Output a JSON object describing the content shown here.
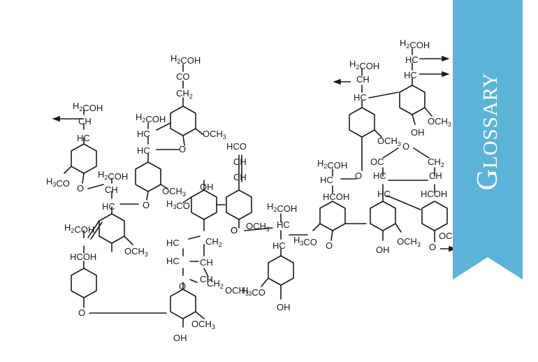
{
  "banner": {
    "label": "Glossary",
    "color": "#5bb4d8"
  },
  "diagram": {
    "labels": [
      "H2COH",
      "CH",
      "HC",
      "H3CO",
      "O",
      "H2COH",
      "CH",
      "HC",
      "H2COH",
      "HCOH",
      "O",
      "OCH3",
      "H2COH",
      "CO",
      "CH2",
      "H2COH",
      "HC",
      "HC",
      "OCH3",
      "O",
      "OCH3",
      "O",
      "H3CO",
      "OH",
      "O",
      "CH2",
      "HC",
      "CH",
      "HC",
      "CH",
      "O",
      "CH2",
      "OCH3",
      "OH",
      "OCH3",
      "HCO",
      "CH",
      "CH",
      "O",
      "OCH3",
      "H2COH",
      "HC",
      "HC",
      "H3CO",
      "OH",
      "H2COH",
      "CH",
      "HC",
      "OCH3",
      "O",
      "H2COH",
      "HC",
      "HCOH",
      "H3CO",
      "O",
      "OH",
      "OCH3",
      "H2COH",
      "HC",
      "HC",
      "OCH3",
      "OH",
      "O",
      "OC",
      "CH2",
      "HC",
      "CH",
      "HC",
      "HCOH",
      "O",
      "OCH3"
    ]
  }
}
